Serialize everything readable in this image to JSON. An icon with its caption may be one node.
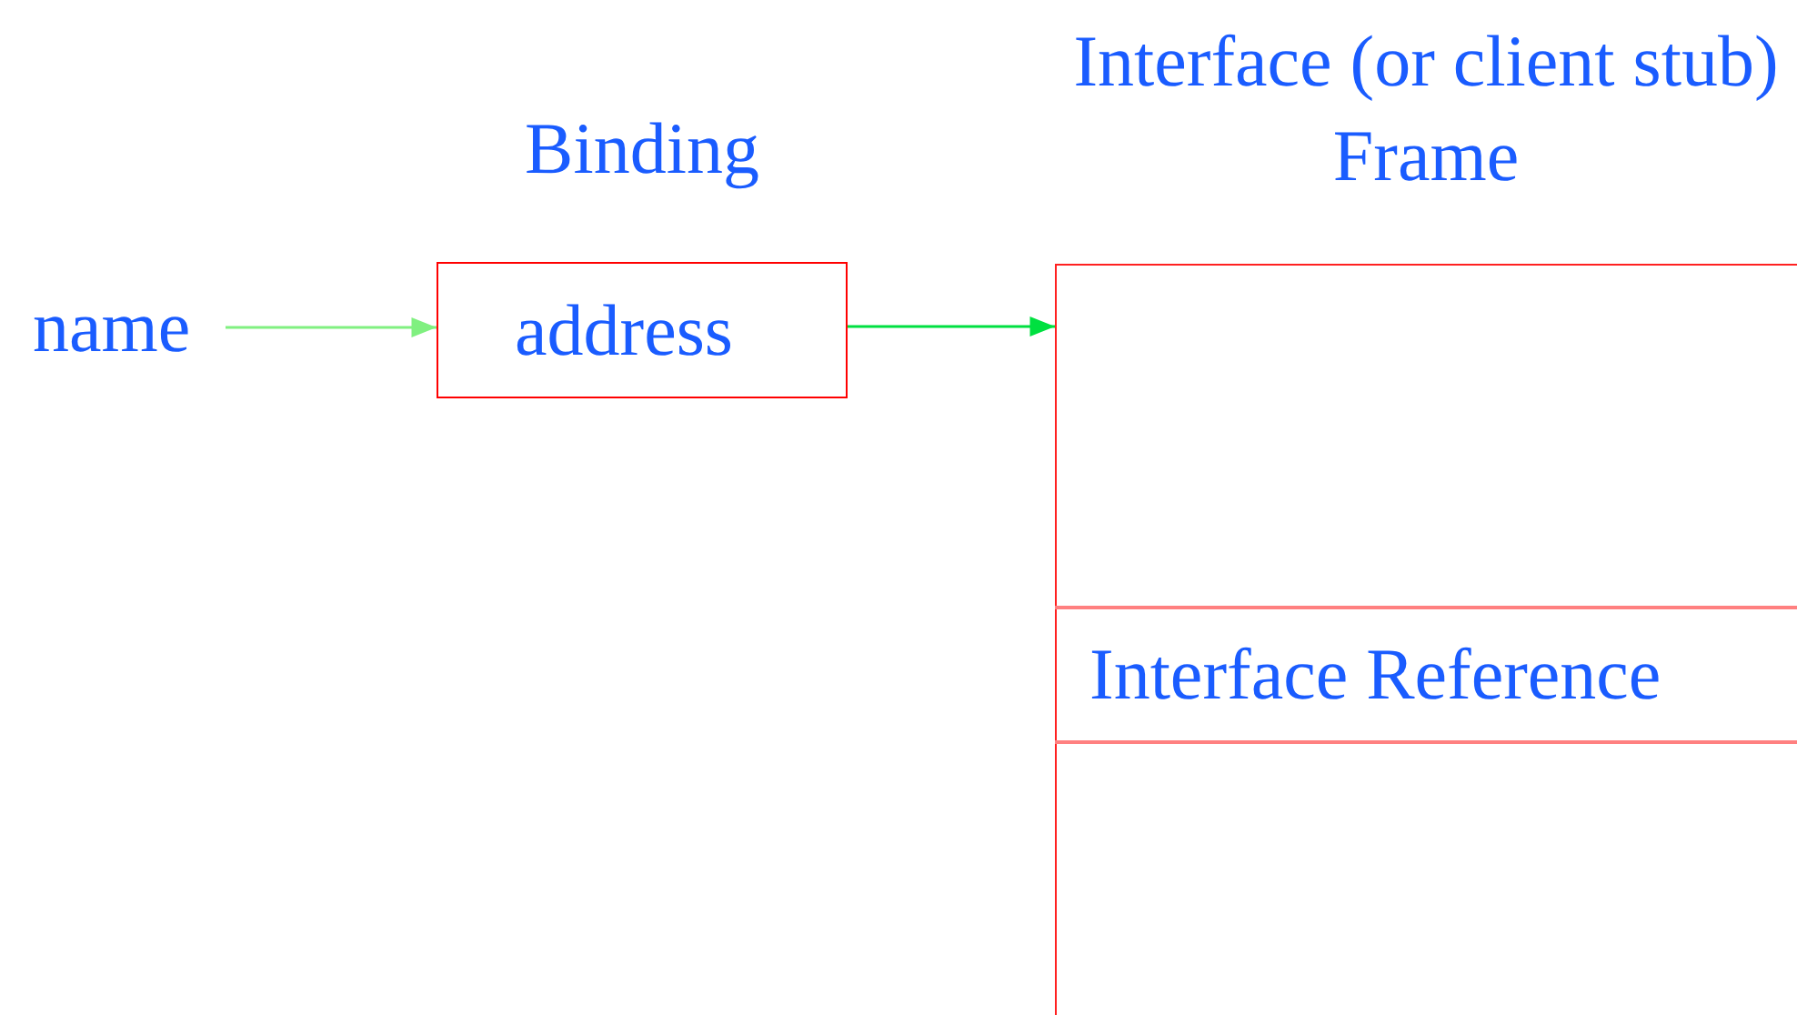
{
  "diagram": {
    "nodes": [
      {
        "text": [
          "name"
        ]
      },
      {
        "text": [
          "Binding",
          "address"
        ]
      },
      {
        "text": [
          "Interface (or client stub) Frame"
        ]
      },
      {
        "text": [
          "Interface Reference"
        ],
        "in": 2
      }
    ],
    "edges": [
      {
        "from": 0,
        "to": 1,
        "arrow": "to",
        "color": "#80f080"
      },
      {
        "from": 1,
        "to": 2,
        "arrow": "to",
        "color": "#00e040"
      }
    ]
  }
}
